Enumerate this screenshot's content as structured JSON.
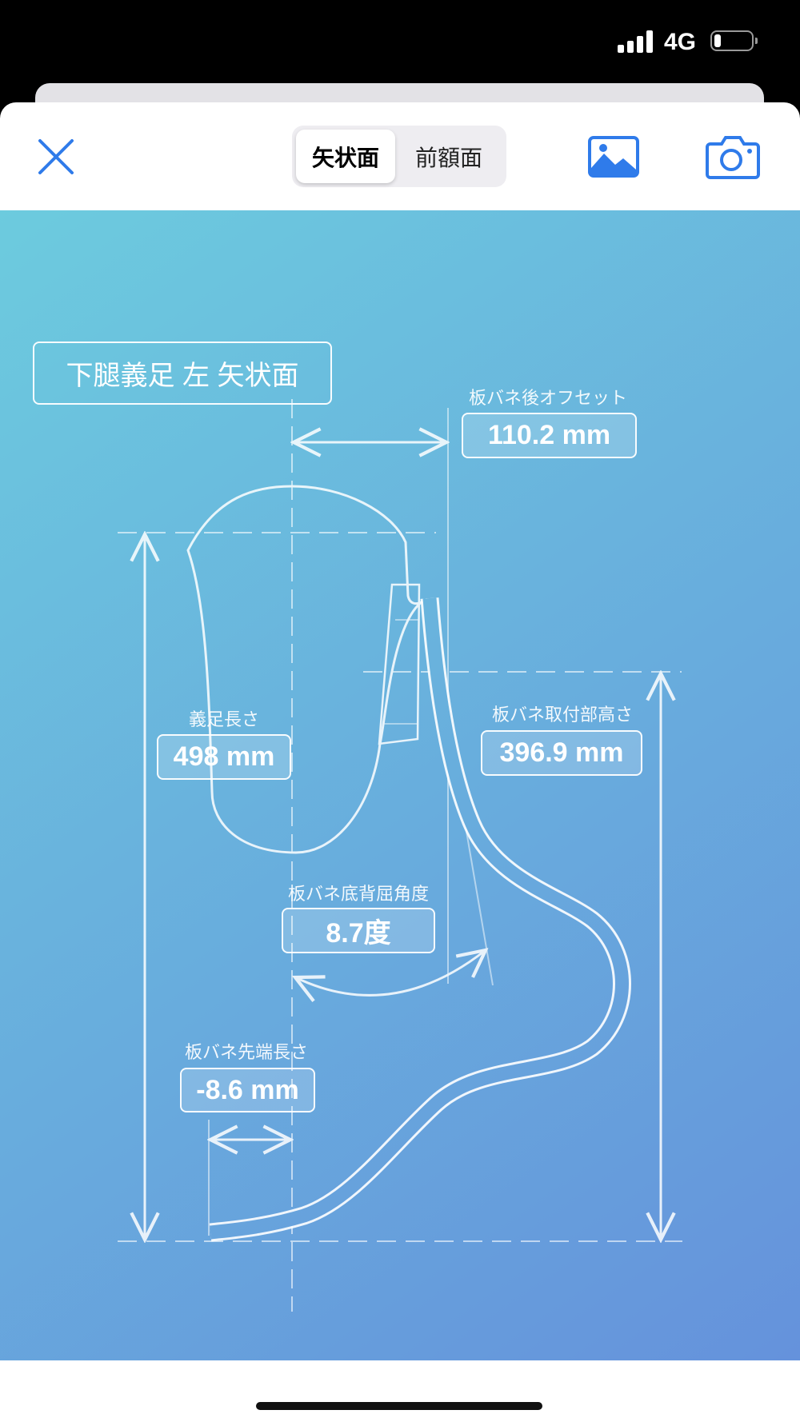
{
  "status_bar": {
    "network": "4G",
    "signal_bars": 4,
    "battery_level": 0.15
  },
  "header": {
    "close_icon": "close-icon",
    "segments": [
      {
        "label": "矢状面",
        "selected": true
      },
      {
        "label": "前額面",
        "selected": false
      }
    ],
    "photo_icon": "photo-icon",
    "camera_icon": "camera-icon"
  },
  "diagram": {
    "title": "下腿義足 左 矢状面",
    "measurements": {
      "offset": {
        "label": "板バネ後オフセット",
        "value": "110.2 mm"
      },
      "length": {
        "label": "義足長さ",
        "value": "498 mm"
      },
      "mount_height": {
        "label": "板バネ取付部高さ",
        "value": "396.9 mm"
      },
      "angle": {
        "label": "板バネ底背屈角度",
        "value": "8.7度"
      },
      "tip_length": {
        "label": "板バネ先端長さ",
        "value": "-8.6 mm"
      }
    },
    "colors": {
      "gradient_start": "#6ccbde",
      "gradient_end": "#6592dc",
      "line": "#ffffff"
    }
  }
}
